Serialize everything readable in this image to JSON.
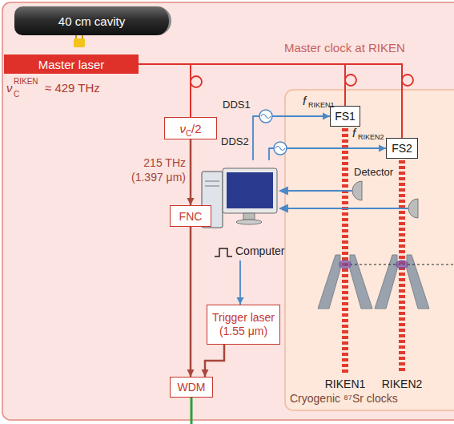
{
  "diagram": {
    "nodes": [
      {
        "text": [
          "Master clock at RIKEN"
        ]
      },
      {
        "text": [
          "Cryogenic ⁸⁷Sr clocks"
        ],
        "in": 0
      },
      {
        "text": [
          "40 cm cavity"
        ],
        "in": 0
      },
      {
        "text": [
          "Master laser"
        ],
        "in": 0
      },
      {
        "text": [
          "ν",
          "C",
          "/2"
        ],
        "in": 0
      },
      {
        "text": [
          "FNC"
        ],
        "in": 0
      },
      {
        "text": [
          "Computer"
        ],
        "in": 0
      },
      {
        "text": [
          "Trigger laser (1.55 μm)"
        ],
        "in": 0
      },
      {
        "text": [
          "WDM"
        ],
        "in": 0
      },
      {
        "text": [
          "FS1"
        ],
        "in": 1
      },
      {
        "text": [
          "FS2"
        ],
        "in": 1
      }
    ],
    "edges": [
      {
        "from": 3,
        "to": 4,
        "arrow": "none"
      },
      {
        "from": 3,
        "to": 9,
        "arrow": "none"
      },
      {
        "from": 3,
        "to": 10,
        "arrow": "none"
      },
      {
        "from": 4,
        "to": 5,
        "arrow": "to"
      },
      {
        "from": 5,
        "to": 8,
        "arrow": "to"
      },
      {
        "from": 6,
        "to": 9,
        "arrow": "to"
      },
      {
        "from": 6,
        "to": 10,
        "arrow": "to"
      },
      {
        "from": 6,
        "to": 7,
        "arrow": "to"
      },
      {
        "from": 7,
        "to": 8,
        "arrow": "to"
      }
    ],
    "labels": [
      "ν",
      "C",
      "RIKEN",
      "≈ 429 THz",
      "215 THz",
      "(1.397 μm)",
      "DDS1",
      "DDS2",
      "f",
      "RIKEN1",
      "f",
      "RIKEN2",
      "Detector",
      "RIKEN1",
      "RIKEN2"
    ]
  }
}
